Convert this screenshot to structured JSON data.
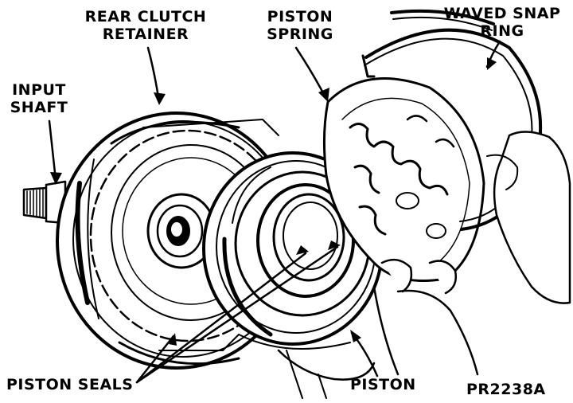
{
  "labels": {
    "rear_clutch_retainer": [
      "REAR CLUTCH",
      "RETAINER"
    ],
    "piston_spring": [
      "PISTON",
      "SPRING"
    ],
    "waved_snap_ring": [
      "WAVED SNAP",
      "RING"
    ],
    "input_shaft": [
      "INPUT",
      "SHAFT"
    ],
    "piston_seals": "PISTON SEALS",
    "piston": "PISTON",
    "figure_code": "PR2238A"
  },
  "colors": {
    "ink": "#000000",
    "paper": "#ffffff"
  }
}
